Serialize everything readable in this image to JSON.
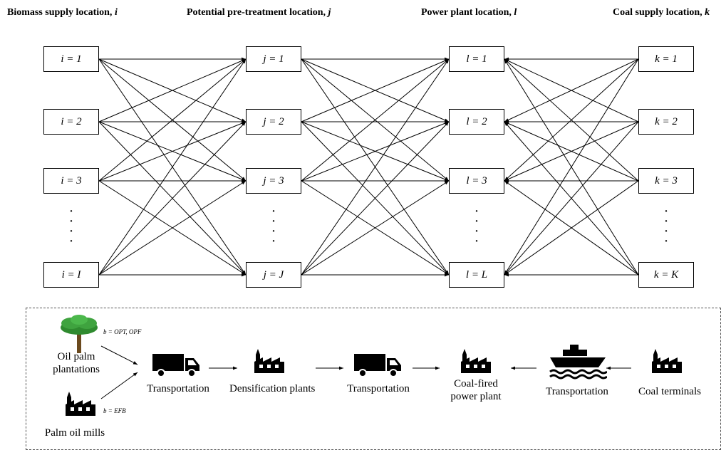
{
  "headers": {
    "biomass": {
      "text": "Biomass supply location, ",
      "var": "i"
    },
    "pretreatment": {
      "text": "Potential pre-treatment location, ",
      "var": "j"
    },
    "powerplant": {
      "text": "Power plant location, ",
      "var": "l"
    },
    "coal": {
      "text": "Coal supply location, ",
      "var": "k"
    }
  },
  "columns": {
    "biomass": [
      "i = 1",
      "i = 2",
      "i = 3",
      "i = I"
    ],
    "pretreatment": [
      "j = 1",
      "j = 2",
      "j = 3",
      "j = J"
    ],
    "powerplant": [
      "l = 1",
      "l = 2",
      "l = 3",
      "l = L"
    ],
    "coal": [
      "k = 1",
      "k = 2",
      "k = 3",
      "k = K"
    ]
  },
  "ellipsis": "· · · ·",
  "flow": {
    "oil_palm_plantations": "Oil palm\nplantations",
    "palm_oil_mills": "Palm oil mills",
    "b_opt_opf": "b = OPT, OPF",
    "b_efb": "b = EFB",
    "transportation_1": "Transportation",
    "densification_plants": "Densification plants",
    "transportation_2": "Transportation",
    "coal_fired_plant": "Coal-fired\npower plant",
    "transportation_3": "Transportation",
    "coal_terminals": "Coal terminals"
  },
  "icons": {
    "palm": "palm-tree-icon",
    "factory": "factory-icon",
    "truck": "truck-icon",
    "ship": "ship-icon"
  }
}
